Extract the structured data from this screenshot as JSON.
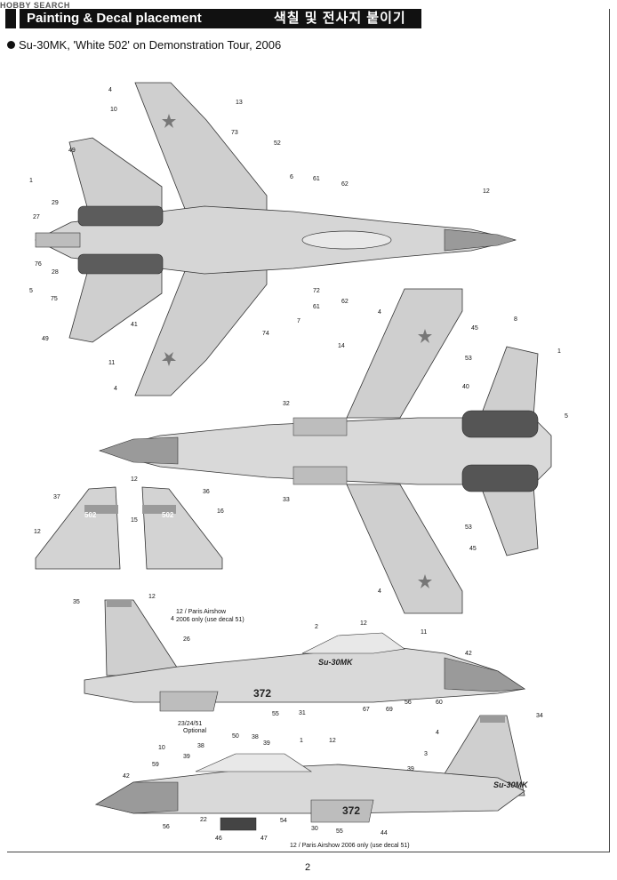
{
  "header": {
    "brand": "HOBBY SEARCH",
    "title_en": "Painting & Decal placement",
    "title_ko": "색칠 및 전사지 붙이기"
  },
  "subtitle": "Su-30MK, 'White 502' on Demonstration Tour, 2006",
  "notes": {
    "paris_1": "12 / Paris Airshow",
    "paris_2": "2006 only (use decal 51)",
    "optional_1": "23/24/51",
    "optional_2": "Optional",
    "paris_bottom": "12 / Paris Airshow 2006 only (use decal 51)"
  },
  "fuselage_texts": {
    "su30_upper": "Su-30MK",
    "su30_lower": "Su-30MK",
    "n372_upper": "372",
    "n372_lower": "372",
    "n502_fin_left": "502",
    "n502_fin_right": "502"
  },
  "page_number": "2",
  "colors": {
    "ink": "#111111",
    "light_grey": "#d9d9d9",
    "mid_grey": "#bdbdbd",
    "dark_grey": "#7a7a7a",
    "nozzle": "#555555"
  },
  "callouts": {
    "top_view": [
      "4",
      "10",
      "49",
      "73",
      "52",
      "6",
      "61",
      "62",
      "12",
      "1",
      "29",
      "27",
      "76",
      "28",
      "5",
      "75",
      "72",
      "62",
      "61",
      "7",
      "74",
      "41",
      "49",
      "11",
      "4",
      "13"
    ],
    "bottom_view": [
      "4",
      "45",
      "8",
      "53",
      "1",
      "40",
      "5",
      "14",
      "32",
      "33",
      "53",
      "45",
      "4"
    ],
    "fins_view": [
      "12",
      "37",
      "15",
      "36",
      "16",
      "12"
    ],
    "side_upper": [
      "35",
      "4",
      "12",
      "26",
      "2",
      "12",
      "11",
      "42",
      "55",
      "31",
      "67",
      "69",
      "56",
      "60"
    ],
    "side_lower": [
      "10",
      "50",
      "38",
      "39",
      "1",
      "12",
      "38",
      "39",
      "59",
      "42",
      "22",
      "54",
      "30",
      "55",
      "56",
      "46",
      "47",
      "34",
      "4",
      "3",
      "39",
      "44"
    ]
  }
}
